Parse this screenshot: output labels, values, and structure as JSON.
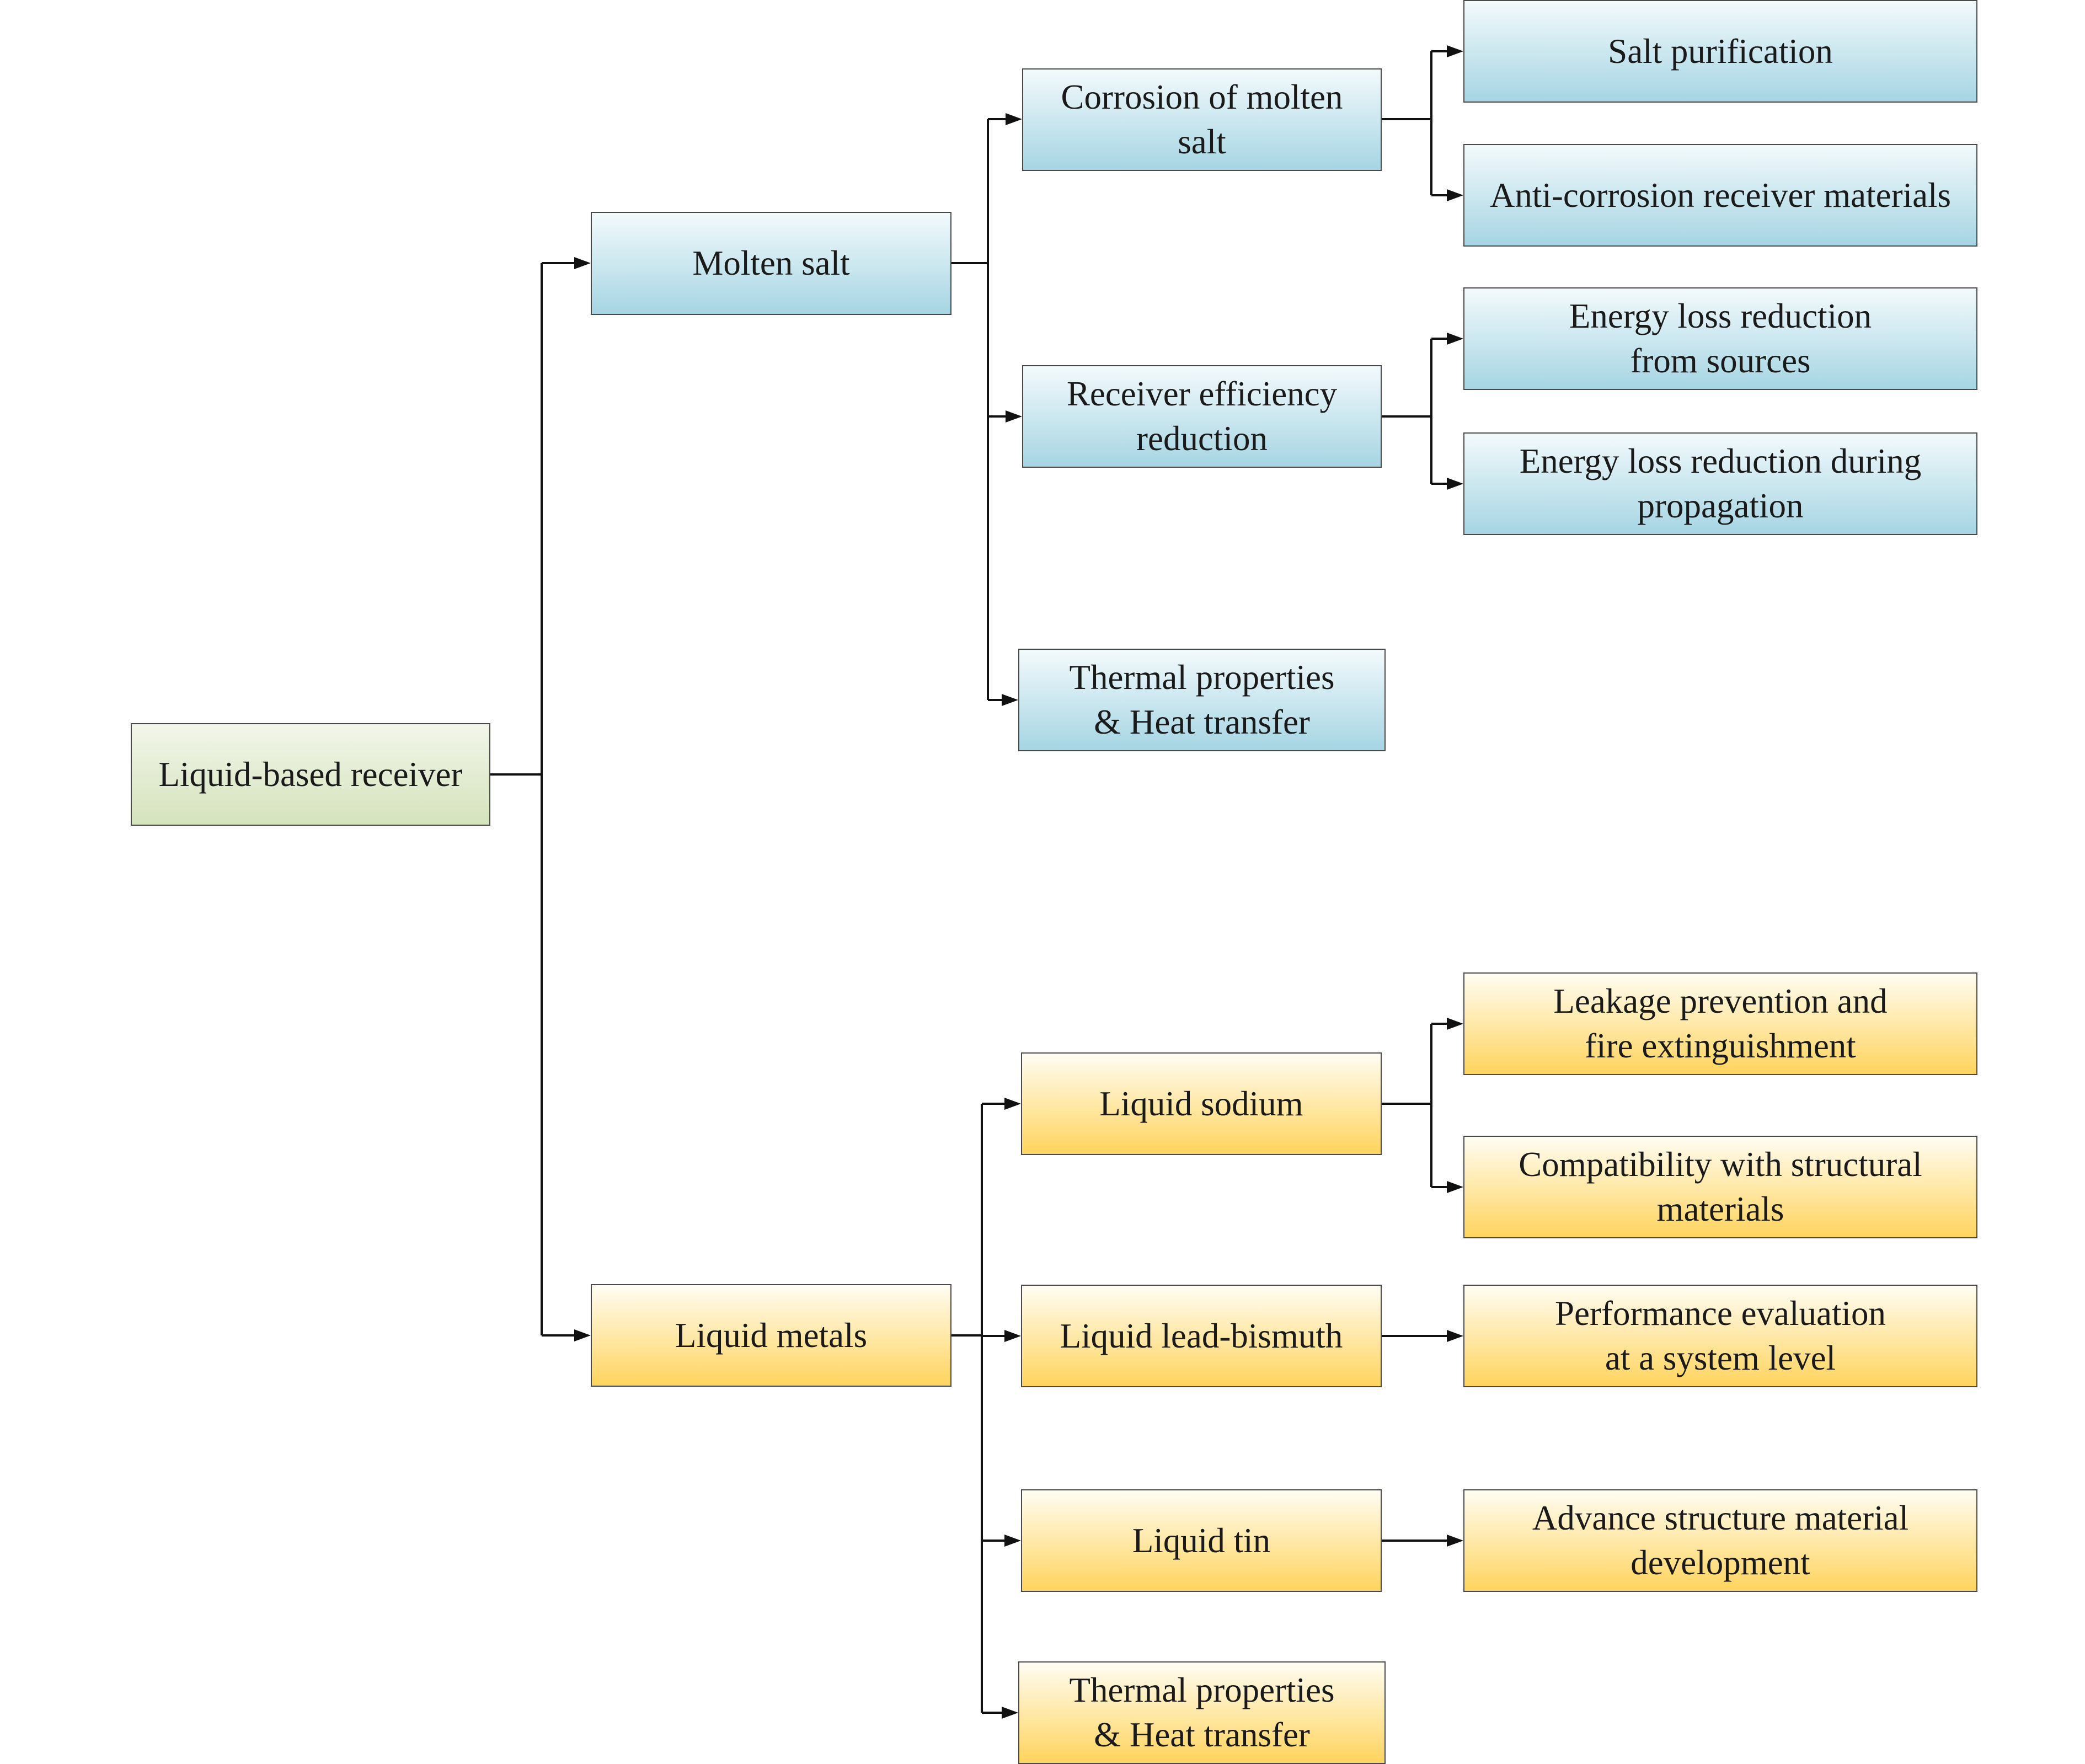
{
  "root": {
    "label": "Liquid-based receiver"
  },
  "molten_salt": {
    "label": "Molten salt",
    "corrosion": {
      "label": "Corrosion of molten\nsalt",
      "children": [
        "Salt purification",
        "Anti-corrosion receiver materials"
      ]
    },
    "efficiency": {
      "label": "Receiver efficiency\nreduction",
      "children": [
        "Energy loss reduction\nfrom sources",
        "Energy loss reduction during\npropagation"
      ]
    },
    "thermal": {
      "label": "Thermal properties\n& Heat transfer"
    }
  },
  "liquid_metals": {
    "label": "Liquid metals",
    "sodium": {
      "label": "Liquid sodium",
      "children": [
        "Leakage prevention and\nfire extinguishment",
        "Compatibility with structural\nmaterials"
      ]
    },
    "lead_bismuth": {
      "label": "Liquid lead-bismuth",
      "children": [
        "Performance evaluation\nat a system level"
      ]
    },
    "tin": {
      "label": "Liquid tin",
      "children": [
        "Advance structure material\ndevelopment"
      ]
    },
    "thermal": {
      "label": "Thermal properties\n& Heat transfer"
    }
  },
  "colors": {
    "root_fill": "#d5e3bd",
    "molten_salt_fill": "#a6d5e3",
    "liquid_metals_fill": "#ffd45e",
    "border": "#4a4a4a",
    "connector": "#111111"
  }
}
